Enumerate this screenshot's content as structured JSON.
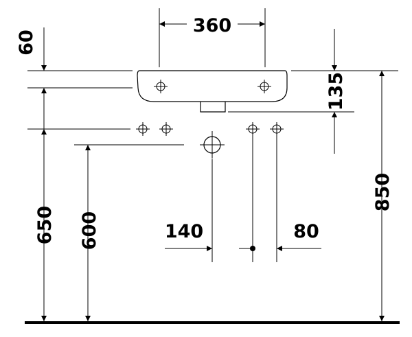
{
  "dimensions": {
    "width_360": "360",
    "height_60": "60",
    "height_135": "135",
    "height_650": "650",
    "height_600": "600",
    "height_850": "850",
    "offset_140": "140",
    "offset_80": "80"
  }
}
